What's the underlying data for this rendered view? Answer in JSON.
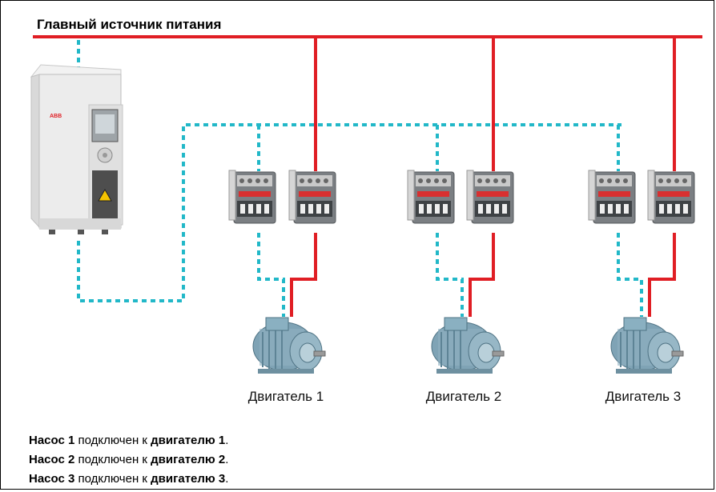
{
  "title": "Главный источник питания",
  "colors": {
    "power": "#e01e24",
    "control": "#22b8c8",
    "motor": "#7fa3b5",
    "drive": "#e8e8e8"
  },
  "motors": [
    {
      "label": "Двигатель 1"
    },
    {
      "label": "Двигатель 2"
    },
    {
      "label": "Двигатель 3"
    }
  ],
  "drive": {
    "brand": "ABB"
  },
  "notes": [
    {
      "pump": "Насос 1",
      "mid": " подключен к ",
      "motor": "двигателю 1",
      "end": "."
    },
    {
      "pump": "Насос 2",
      "mid": " подключен к ",
      "motor": "двигателю 2",
      "end": "."
    },
    {
      "pump": "Насос 3",
      "mid": " подключен к ",
      "motor": "двигателю 3",
      "end": "."
    }
  ]
}
